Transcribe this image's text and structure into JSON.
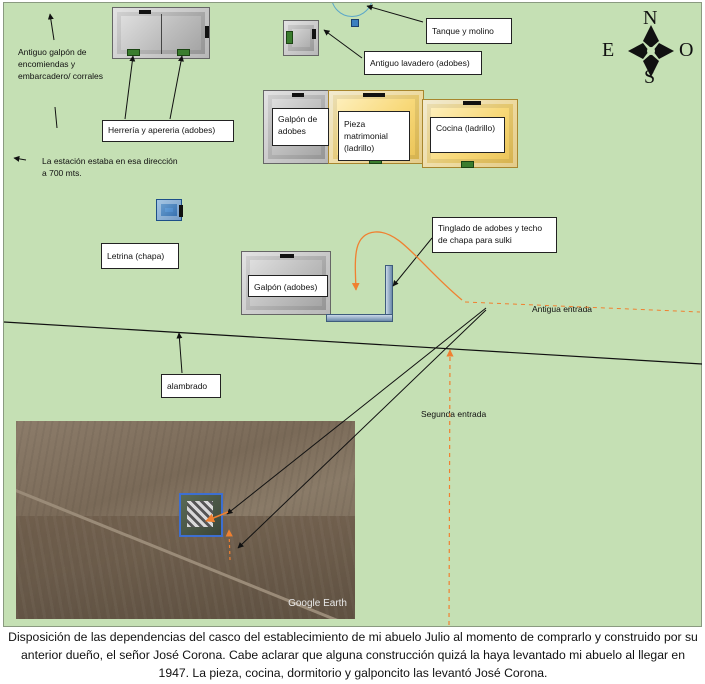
{
  "compass": {
    "n": "N",
    "s": "S",
    "e": "E",
    "o": "O"
  },
  "labels": {
    "antiguo_galpon": "Antiguo galpón de encomiendas y embarcadero/ corrales",
    "estacion": "La estación estaba en esa dirección a 700 mts.",
    "herreria": "Herrería y apereria (adobes)",
    "tanque": "Tanque y molino",
    "lavadero": "Antiguo lavadero (adobes)",
    "galpon_adobes_top": "Galpón de adobes",
    "pieza": "Pieza matrimonial (ladrillo)",
    "cocina": "Cocina (ladrillo)",
    "letrina": "Letrina (chapa)",
    "tinglado": "Tinglado de adobes y techo de chapa para sulki",
    "galpon_adobes": "Galpón (adobes)",
    "antigua_entrada": "Antigua entrada",
    "alambrado": "alambrado",
    "segunda_entrada": "Segunda entrada"
  },
  "photo": {
    "credit": "Google Earth"
  },
  "colors": {
    "field": "#c5e0b4",
    "arrow_orange": "#f08030",
    "path_blue": "#8eb4e3"
  },
  "caption": "Disposición de las dependencias del casco del establecimiento de mi abuelo Julio al momento de comprarlo y construido por su anterior dueño, el señor José Corona. Cabe aclarar que alguna construcción quizá la haya levantado mi abuelo al llegar en 1947. La pieza, cocina, dormitorio y galponcito las levantó José Corona."
}
